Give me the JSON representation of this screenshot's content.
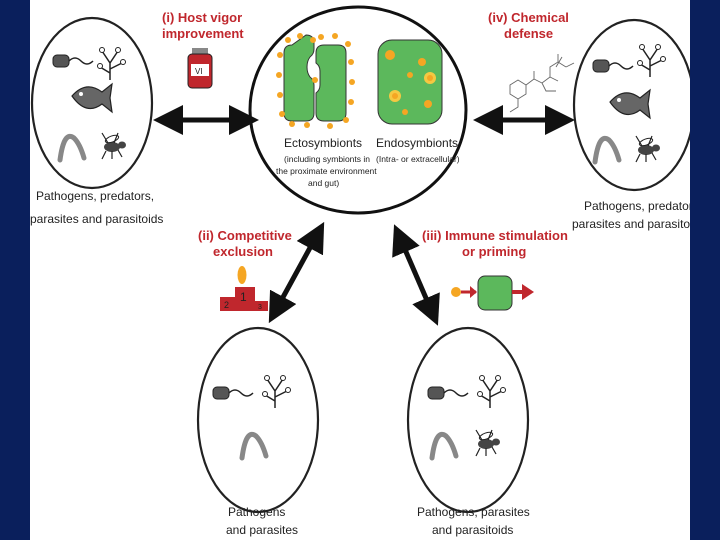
{
  "colors": {
    "frame": "#0a1f5c",
    "heading": "#c0272d",
    "symbiont_green": "#4caf50",
    "orange": "#f5a623",
    "arrow": "#111111",
    "red": "#c0272d"
  },
  "mechanisms": {
    "host_vigor": {
      "line1": "(i) Host vigor",
      "line2": "improvement",
      "vial_label": "VI"
    },
    "chemical_defense": {
      "line1": "(iv) Chemical",
      "line2": "defense"
    },
    "competitive_exclusion": {
      "line1": "(ii) Competitive",
      "line2": "exclusion",
      "podium_first": "1",
      "podium_second": "2",
      "podium_third": "3"
    },
    "immune_stimulation": {
      "line1": "(iii) Immune stimulation",
      "line2": "or priming"
    }
  },
  "center": {
    "ecto_title": "Ectosymbionts",
    "ecto_desc": [
      "(including symbionts in",
      "the proximate environment",
      "and gut)"
    ],
    "endo_title": "Endosymbionts",
    "endo_desc": "(Intra- or extracellular)"
  },
  "enemy_groups": {
    "left": [
      "Pathogens, predators,",
      "parasites and parasitoids"
    ],
    "right": [
      "Pathogens, predators,",
      "parasites and parasitoids"
    ],
    "bottom_left": [
      "Pathogens",
      "and parasites"
    ],
    "bottom_right": [
      "Pathogens, parasites",
      "and parasitoids"
    ]
  },
  "icons": [
    "bacterium-icon",
    "fungus-icon",
    "fish-icon",
    "worm-icon",
    "wasp-icon",
    "vial-icon",
    "molecule-icon",
    "podium-icon",
    "receptor-icon"
  ]
}
